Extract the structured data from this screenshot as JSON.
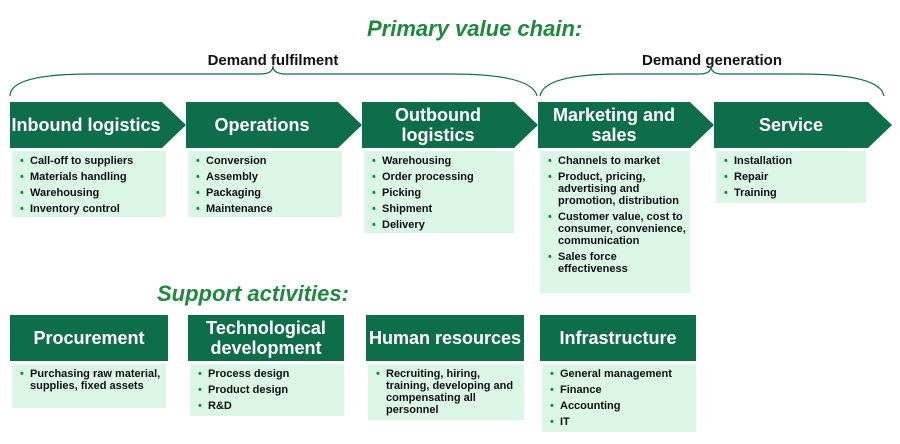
{
  "primary_title": "Primary value chain:",
  "support_title": "Support activities:",
  "groups": {
    "demand_fulfilment": "Demand fulfilment",
    "demand_generation": "Demand generation"
  },
  "colors": {
    "box": "#0f6e4a",
    "panel": "#dbf5e6",
    "heading": "#1e8a3e"
  },
  "primary": [
    {
      "title": "Inbound logistics",
      "items": [
        "Call-off to suppliers",
        "Materials handling",
        "Warehousing",
        "Inventory control"
      ]
    },
    {
      "title": "Operations",
      "items": [
        "Conversion",
        "Assembly",
        "Packaging",
        "Maintenance"
      ]
    },
    {
      "title": "Outbound logistics",
      "items": [
        "Warehousing",
        "Order processing",
        "Picking",
        "Shipment",
        "Delivery"
      ]
    },
    {
      "title": "Marketing and sales",
      "items": [
        "Channels to market",
        "Product, pricing, advertising and promotion, distribution",
        "Customer value, cost to consumer, convenience, communication",
        "Sales force effectiveness"
      ]
    },
    {
      "title": "Service",
      "items": [
        "Installation",
        "Repair",
        "Training"
      ]
    }
  ],
  "support": [
    {
      "title": "Procurement",
      "items": [
        "Purchasing raw material, supplies, fixed assets"
      ]
    },
    {
      "title": "Technological development",
      "items": [
        "Process design",
        "Product design",
        "R&D"
      ]
    },
    {
      "title": "Human resources",
      "items": [
        "Recruiting, hiring, training, developing and compensating all personnel"
      ]
    },
    {
      "title": "Infrastructure",
      "items": [
        "General management",
        "Finance",
        "Accounting",
        "IT"
      ]
    }
  ]
}
